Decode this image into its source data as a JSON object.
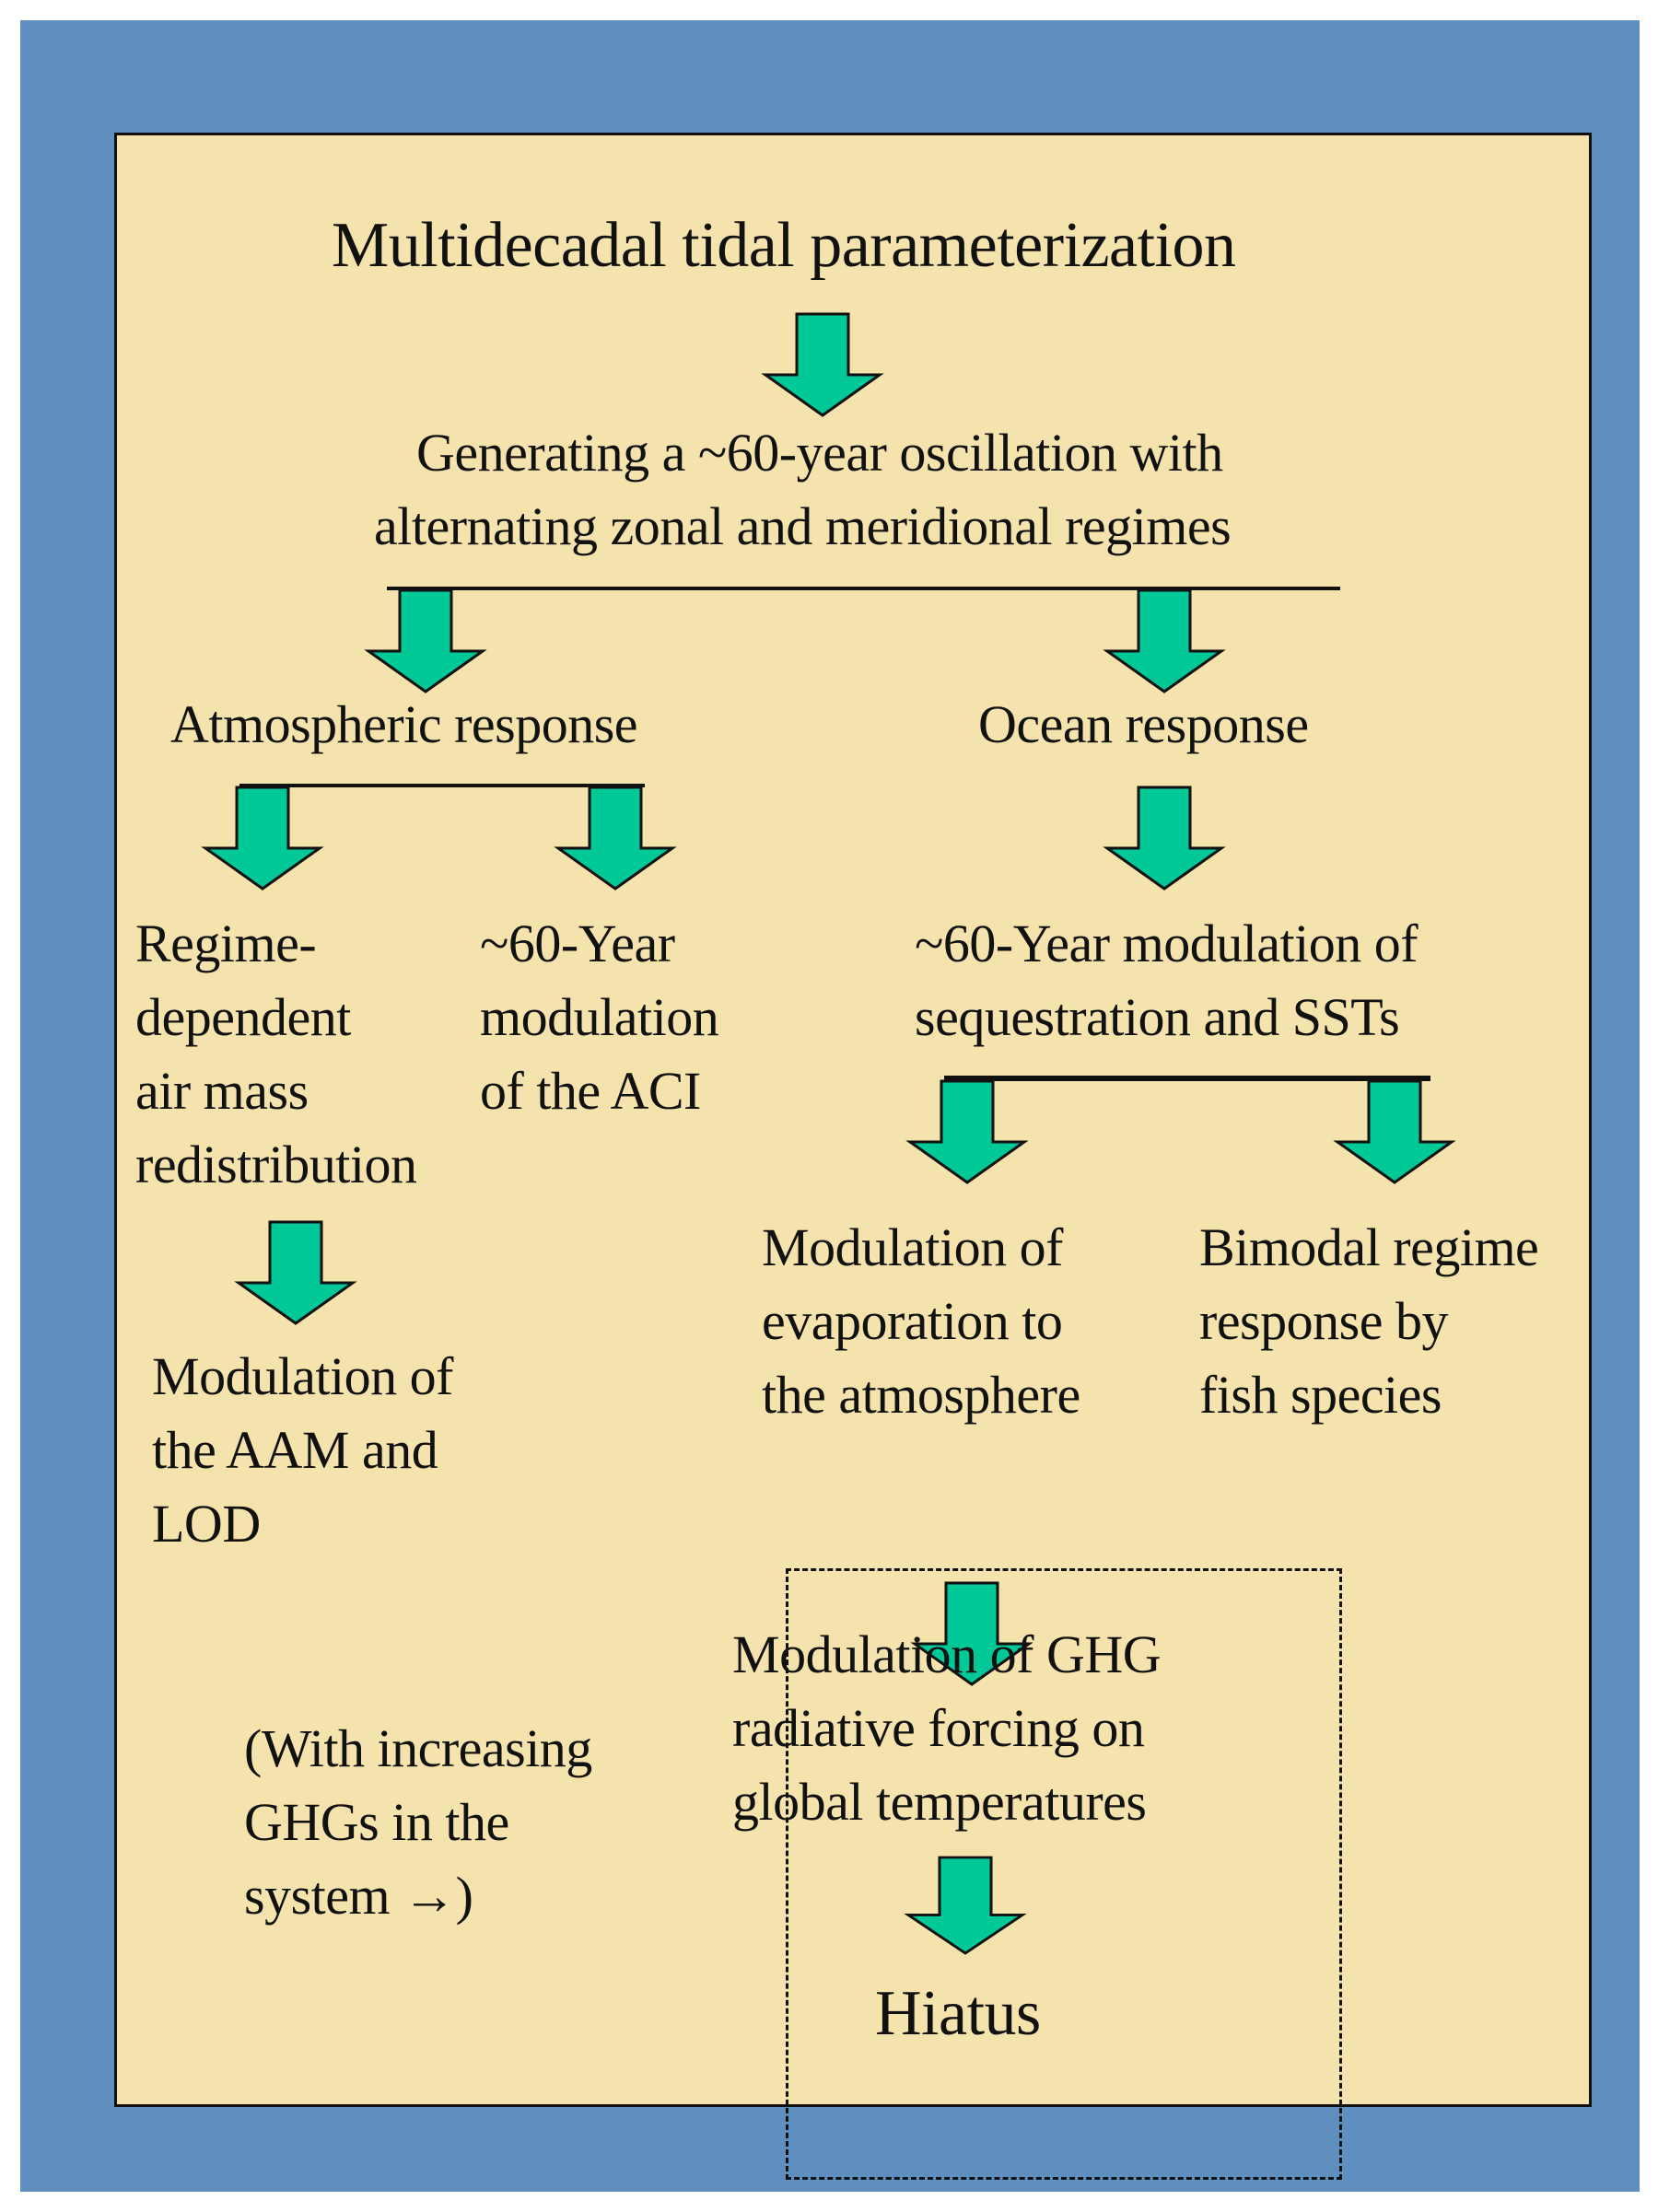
{
  "colors": {
    "frame": "#5f8fbf",
    "panel": "#f4e3ad",
    "arrow": "#00c896",
    "line": "#111111"
  },
  "icons": {
    "arrow": "down-arrow-icon"
  },
  "title": "Multidecadal tidal parameterization",
  "oscillation": [
    "Generating a ~60-year oscillation with",
    "alternating zonal and meridional regimes"
  ],
  "atmospheric": {
    "label": "Atmospheric response",
    "regime": [
      "Regime-",
      "dependent",
      "air mass",
      "redistribution"
    ],
    "aci": [
      "~60-Year",
      "modulation",
      "of the ACI"
    ],
    "aam": [
      "Modulation of",
      "the AAM and",
      "LOD"
    ]
  },
  "ocean": {
    "label": "Ocean response",
    "sequestration": [
      "~60-Year modulation of",
      "sequestration and SSTs"
    ],
    "evaporation": [
      "Modulation of",
      "evaporation to",
      "the atmosphere"
    ],
    "fish": [
      "Bimodal regime",
      "response by",
      "fish species"
    ],
    "ghg": [
      "Modulation of GHG",
      "radiative forcing on",
      "global temperatures"
    ],
    "hiatus": "Hiatus"
  },
  "note": [
    "(With increasing",
    "GHGs in the",
    "system →)"
  ]
}
